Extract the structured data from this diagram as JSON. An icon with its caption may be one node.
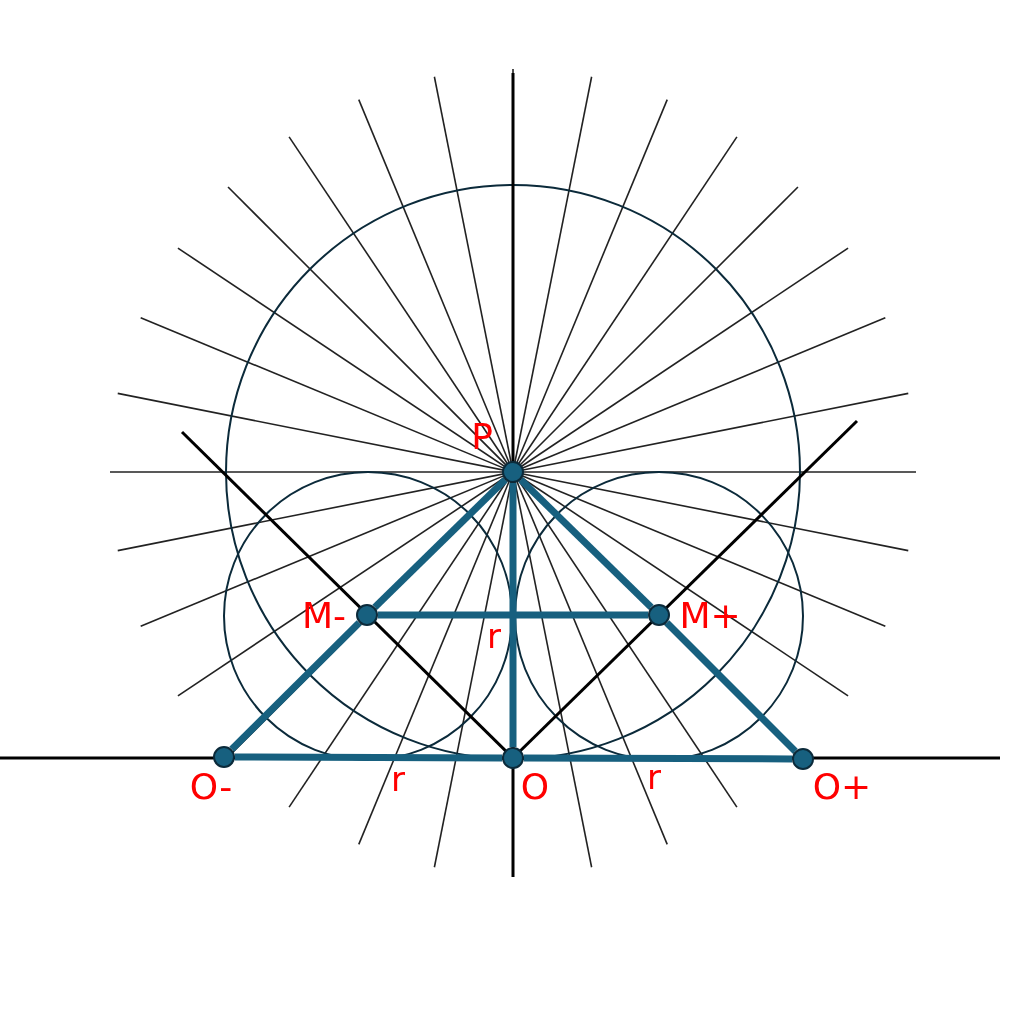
{
  "diagram": {
    "nodes": [
      {
        "text": [],
        "shape": "circle",
        "beside": [
          "P"
        ]
      },
      {
        "text": [],
        "shape": "circle",
        "beside": [
          "M-"
        ]
      },
      {
        "text": [],
        "shape": "circle",
        "beside": [
          "M+"
        ]
      },
      {
        "text": [],
        "shape": "circle",
        "beside": [
          "O-"
        ]
      },
      {
        "text": [],
        "shape": "circle",
        "beside": [
          "O"
        ]
      },
      {
        "text": [],
        "shape": "circle",
        "beside": [
          "O+"
        ]
      }
    ],
    "edges": [
      {
        "from": 0,
        "to": 1,
        "arrow": "none"
      },
      {
        "from": 1,
        "to": 3,
        "arrow": "none"
      },
      {
        "from": 3,
        "to": 4,
        "arrow": "none",
        "label": "r"
      },
      {
        "from": 4,
        "to": 5,
        "arrow": "none",
        "label": "r"
      },
      {
        "from": 5,
        "to": 2,
        "arrow": "none"
      },
      {
        "from": 2,
        "to": 0,
        "arrow": "none"
      },
      {
        "from": 1,
        "to": 2,
        "arrow": "none"
      },
      {
        "from": 0,
        "to": 4,
        "arrow": "none"
      }
    ],
    "labels": [
      "r"
    ]
  }
}
